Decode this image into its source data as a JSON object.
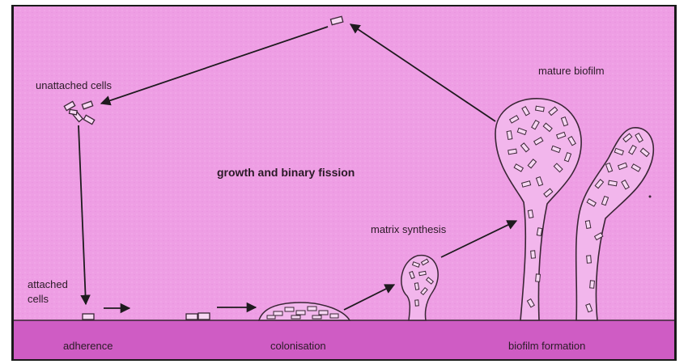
{
  "labels": {
    "unattached_cells": "unattached cells",
    "mature_biofilm": "mature biofilm",
    "growth": "growth and binary fission",
    "matrix_synthesis": "matrix synthesis",
    "attached_cells_line1": "attached",
    "attached_cells_line2": "cells",
    "adherence": "adherence",
    "colonisation": "colonisation",
    "biofilm_formation": "biofilm formation"
  },
  "colors": {
    "background": "#ee9ee4",
    "surface": "#cf5cc4",
    "outline": "#3a2535",
    "biofilm_fill": "#f2b6ec",
    "cell_fill": "#f7d8f3",
    "arrow": "#1e1a1e"
  }
}
